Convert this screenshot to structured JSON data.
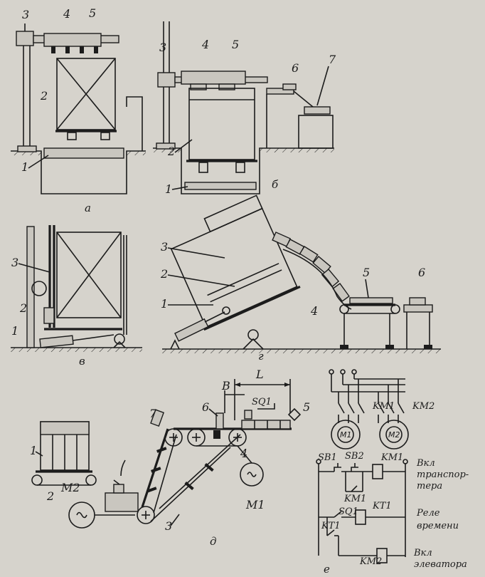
{
  "panels": {
    "a": {
      "caption": "а",
      "labels": [
        "1",
        "2",
        "3",
        "4",
        "5"
      ]
    },
    "b": {
      "caption": "б",
      "labels": [
        "1",
        "2",
        "3",
        "4",
        "5",
        "6",
        "7"
      ]
    },
    "v": {
      "caption": "в",
      "labels": [
        "1",
        "2",
        "3"
      ]
    },
    "g": {
      "caption": "г",
      "labels": [
        "1",
        "2",
        "3",
        "4",
        "5",
        "6"
      ]
    },
    "d": {
      "caption": "д",
      "labels": [
        "1",
        "2",
        "3",
        "4",
        "5",
        "6",
        "7"
      ],
      "dims": {
        "L": "L",
        "B": "B"
      },
      "sensor": "SQ1",
      "motors": [
        "M1",
        "M2"
      ]
    },
    "e": {
      "caption": "е",
      "motors": [
        "M1",
        "M2"
      ],
      "contactors": [
        "KM1",
        "KM2"
      ],
      "buttons": [
        "SB1",
        "SB2"
      ],
      "relay_contact": "KM1",
      "sensor": "SQ1",
      "timer_coil": "KT1",
      "timer_contact": "KT1",
      "elevator_coil": "KM2",
      "coil_km1": "KM1",
      "notes": {
        "conveyor": [
          "Вкл",
          "транспор-",
          "тера"
        ],
        "timer": [
          "Реле",
          "времени"
        ],
        "elevator": [
          "Вкл",
          "элеватора"
        ]
      }
    }
  }
}
